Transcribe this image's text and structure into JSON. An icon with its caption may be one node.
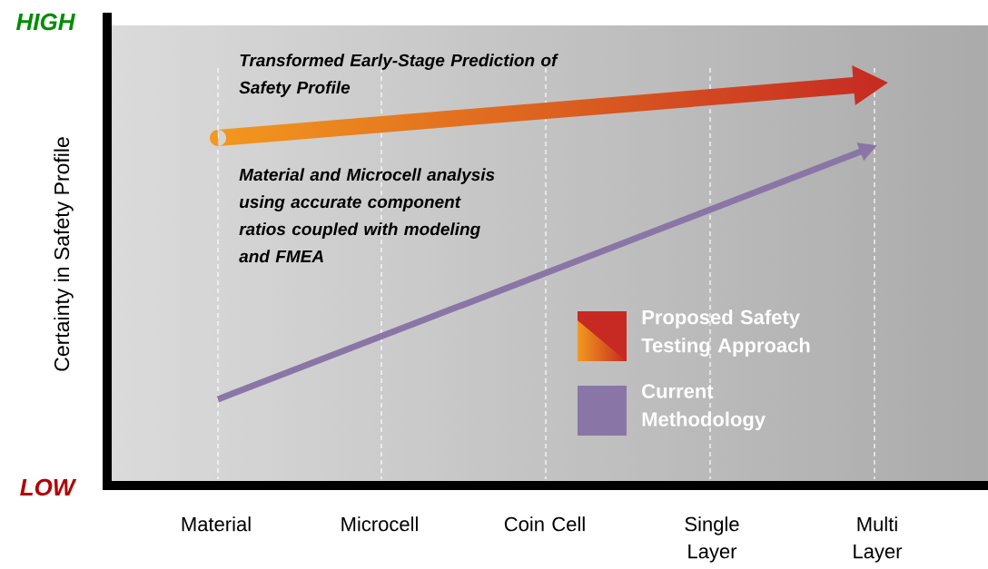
{
  "diagram": {
    "labels": [
      "HIGH",
      "LOW",
      "Certainty in Safety Profile",
      "Transformed Early-Stage Prediction of Safety Profile",
      "Material and Microcell analysis using accurate component ratios coupled with modeling and FMEA",
      "Material",
      "Microcell",
      "Coin Cell",
      "Single Layer",
      "Multi Layer"
    ],
    "legend": [
      {
        "text": "Proposed Safety Testing Approach",
        "color": "#c62a22"
      },
      {
        "text": "Current Methodology",
        "color": "#8a76a6"
      }
    ]
  }
}
